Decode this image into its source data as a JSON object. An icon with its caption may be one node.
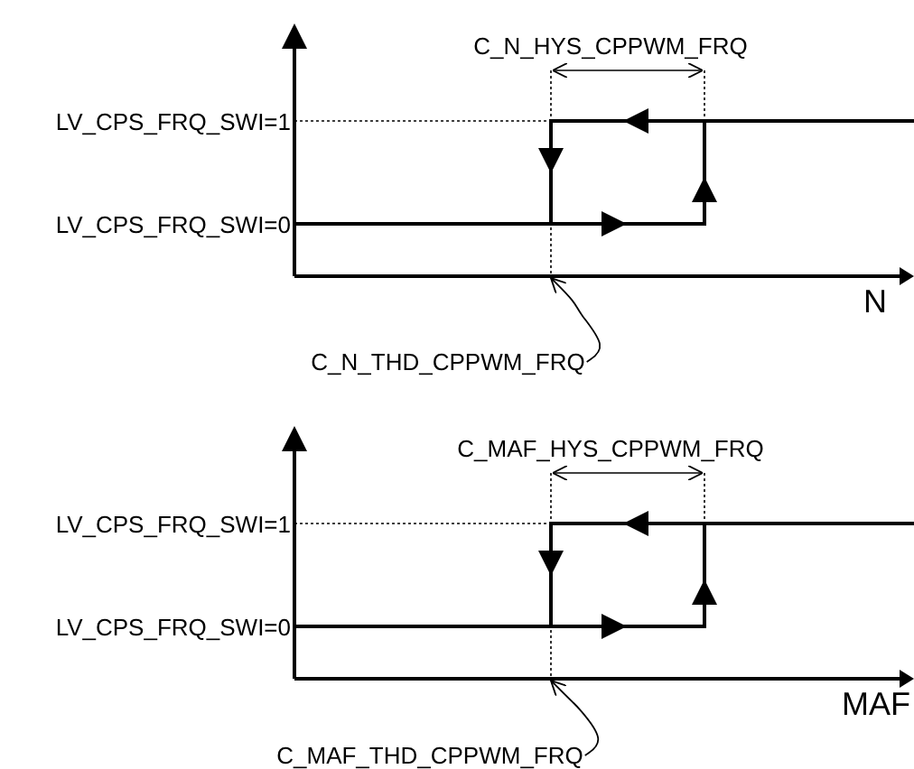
{
  "diagram": {
    "nodes": [
      {
        "text": [
          "C_N_THD_CPPWM_FRQ"
        ]
      },
      {
        "text": [
          "C_MAF_THD_CPPWM_FRQ"
        ]
      }
    ],
    "edges": [
      {
        "from": 0,
        "to": null,
        "arrow": "to"
      },
      {
        "from": 1,
        "to": null,
        "arrow": "to"
      }
    ],
    "labels": [
      "C_N_HYS_CPPWM_FRQ",
      "LV_CPS_FRQ_SWI=1",
      "LV_CPS_FRQ_SWI=0",
      "N",
      "C_MAF_HYS_CPPWM_FRQ",
      "LV_CPS_FRQ_SWI=1",
      "LV_CPS_FRQ_SWI=0",
      "MAF"
    ]
  }
}
